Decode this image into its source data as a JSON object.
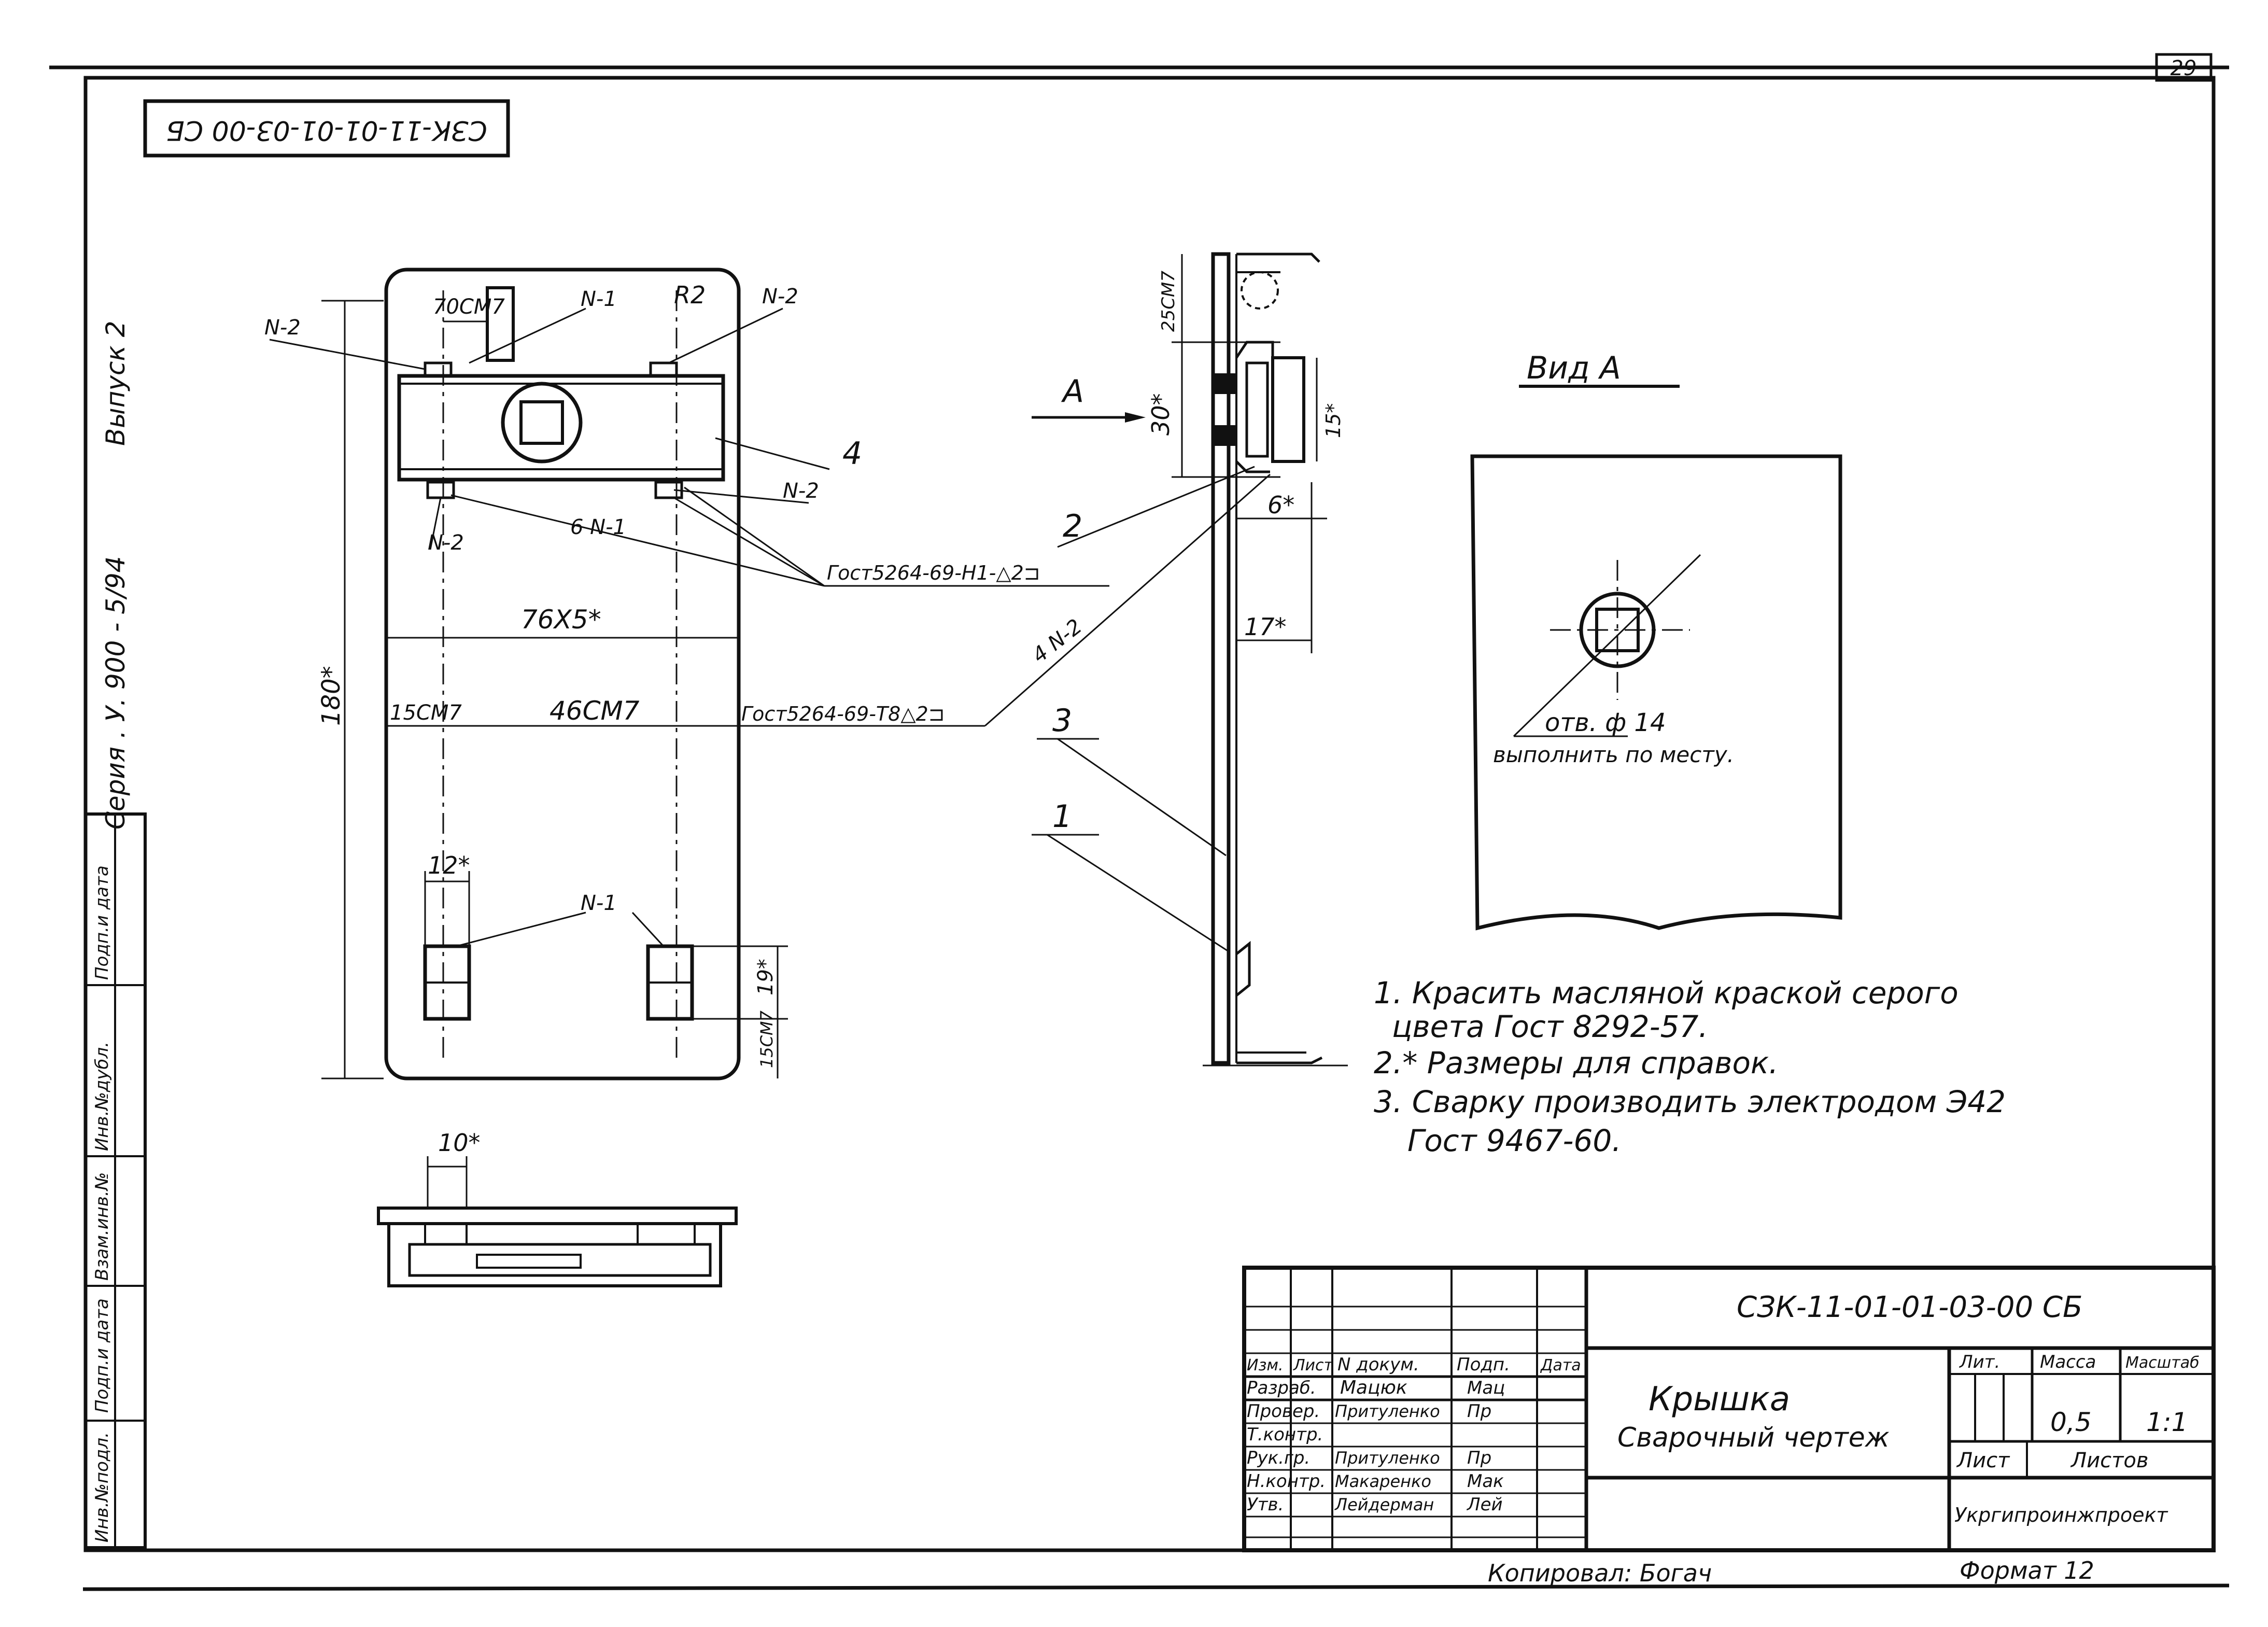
{
  "page_number": "29",
  "stamp_rotated": "СЗК-11-01-01-03-00 СБ",
  "series_label": "Серия . У. 900 - 5/94",
  "issue_label": "Выпуск 2",
  "left_strip": {
    "cells": [
      "Инв.№подл.",
      "Подп.и дата",
      "Взам.инв.№",
      "Инв.№дубл.",
      "Подп.и дата"
    ]
  },
  "front_view": {
    "labels": {
      "dim_total_height": "180*",
      "dim_top_offset": "70СМ7",
      "radius": "R2",
      "mark_n1_top": "N-1",
      "mark_n2_top_right": "N-2",
      "mark_n2_top_left": "N-2",
      "mark_n2_right": "N-2",
      "mark_n2_bottom_left": "N-2",
      "mark_6n1": "6 N-1",
      "pos_4": "4",
      "dim_76x5": "76X5*",
      "dim_15cm": "15CM7",
      "dim_46cm": "46CM7",
      "dim_12": "12*",
      "mark_n1_bottom": "N-1",
      "dim_19": "19*",
      "dim_15cm_bottom": "15CM7",
      "weld_1": "Гост5264-69-Н1-△2⊐",
      "weld_2": "Гост5264-69-Т8△2⊐"
    }
  },
  "side_view": {
    "labels": {
      "arrow_a": "A",
      "dim_25": "25СМ7",
      "dim_30": "30*",
      "dim_15": "15*",
      "dim_6": "6*",
      "dim_17": "17*",
      "pos_2": "2",
      "pos_4n2": "4 N-2",
      "pos_3": "3",
      "pos_1": "1"
    }
  },
  "bottom_view": {
    "labels": {
      "dim_10": "10*"
    }
  },
  "view_a": {
    "title": "Вид А",
    "hole_label": "отв. ф 14",
    "hole_note": "выполнить по месту."
  },
  "notes": [
    "1. Красить масляной краской серого",
    "цвета Гост 8292-57.",
    "2.* Размеры для справок.",
    "3. Сварку производить электродом Э42",
    "Гост 9467-60."
  ],
  "title_block": {
    "designation": "СЗК-11-01-01-03-00 СБ",
    "name_line1": "Крышка",
    "name_line2": "Сварочный чертеж",
    "headers": {
      "izm": "Изм.",
      "list": "Лист",
      "ndoc": "N докум.",
      "podp": "Подп.",
      "data": "Дата"
    },
    "roles": [
      {
        "role": "Разраб.",
        "name": "Мацюк",
        "sign": "Мац"
      },
      {
        "role": "Провер.",
        "name": "Притуленко",
        "sign": "Пр"
      },
      {
        "role": "Т.контр.",
        "name": "",
        "sign": ""
      },
      {
        "role": "Рук.гр.",
        "name": "Притуленко",
        "sign": "Пр"
      },
      {
        "role": "Н.контр.",
        "name": "Макаренко",
        "sign": "Мак"
      },
      {
        "role": "Утв.",
        "name": "Лейдерман",
        "sign": "Лей"
      }
    ],
    "lit_label": "Лит.",
    "mass_label": "Масса",
    "scale_label": "Масштаб",
    "mass_value": "0,5",
    "scale_value": "1:1",
    "sheet_label": "Лист",
    "sheets_label": "Листов",
    "organization": "Укргипроинжпроект"
  },
  "footer": {
    "copied": "Копировал: Богач",
    "format": "Формат 12"
  }
}
